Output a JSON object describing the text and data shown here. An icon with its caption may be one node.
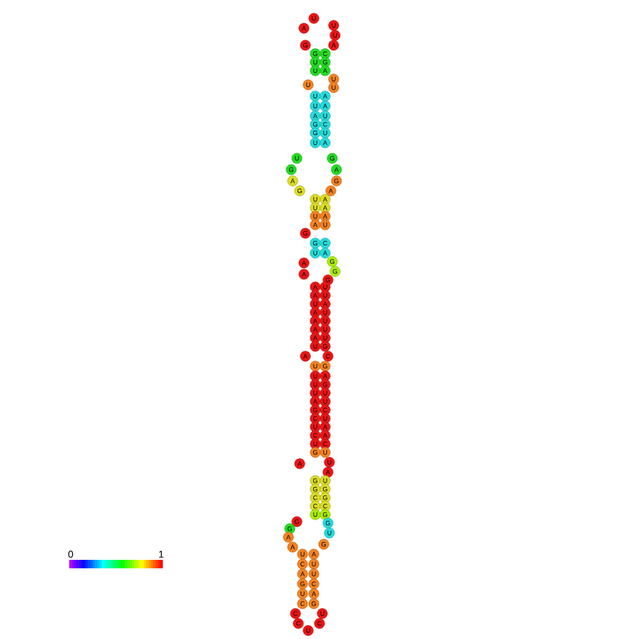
{
  "diagram": {
    "labels": [
      "U",
      "A",
      "U",
      "U",
      "G",
      "A",
      "G",
      "C",
      "U",
      "G",
      "U",
      "A",
      "U",
      "U",
      "U",
      "U",
      "A",
      "U",
      "A",
      "A",
      "U",
      "G",
      "C",
      "G",
      "U",
      "U",
      "A",
      "U",
      "G",
      "G",
      "A",
      "A",
      "G",
      "G",
      "A",
      "U",
      "A",
      "U",
      "A",
      "U",
      "A",
      "A",
      "U",
      "G",
      "G",
      "C",
      "U",
      "A",
      "A",
      "G",
      "G",
      "A",
      "G",
      "A",
      "U",
      "A",
      "U",
      "U",
      "A",
      "A",
      "U",
      "A",
      "U",
      "A",
      "U",
      "A",
      "U",
      "U",
      "G",
      "A",
      "C",
      "U",
      "G",
      "U",
      "A",
      "U",
      "G",
      "U",
      "U",
      "A",
      "U",
      "G",
      "C",
      "C",
      "U",
      "U",
      "A",
      "C",
      "A",
      "U",
      "C",
      "G",
      "U",
      "A",
      "U",
      "A",
      "G",
      "U",
      "G",
      "G",
      "C",
      "G",
      "C",
      "C",
      "U",
      "G",
      "G",
      "G",
      "A",
      "A",
      "G",
      "U",
      "G",
      "U",
      "A",
      "C",
      "U",
      "A",
      "U",
      "G",
      "C",
      "U",
      "A",
      "C",
      "G",
      "C",
      "U",
      "C",
      "C",
      "U",
      "0",
      "1"
    ]
  }
}
